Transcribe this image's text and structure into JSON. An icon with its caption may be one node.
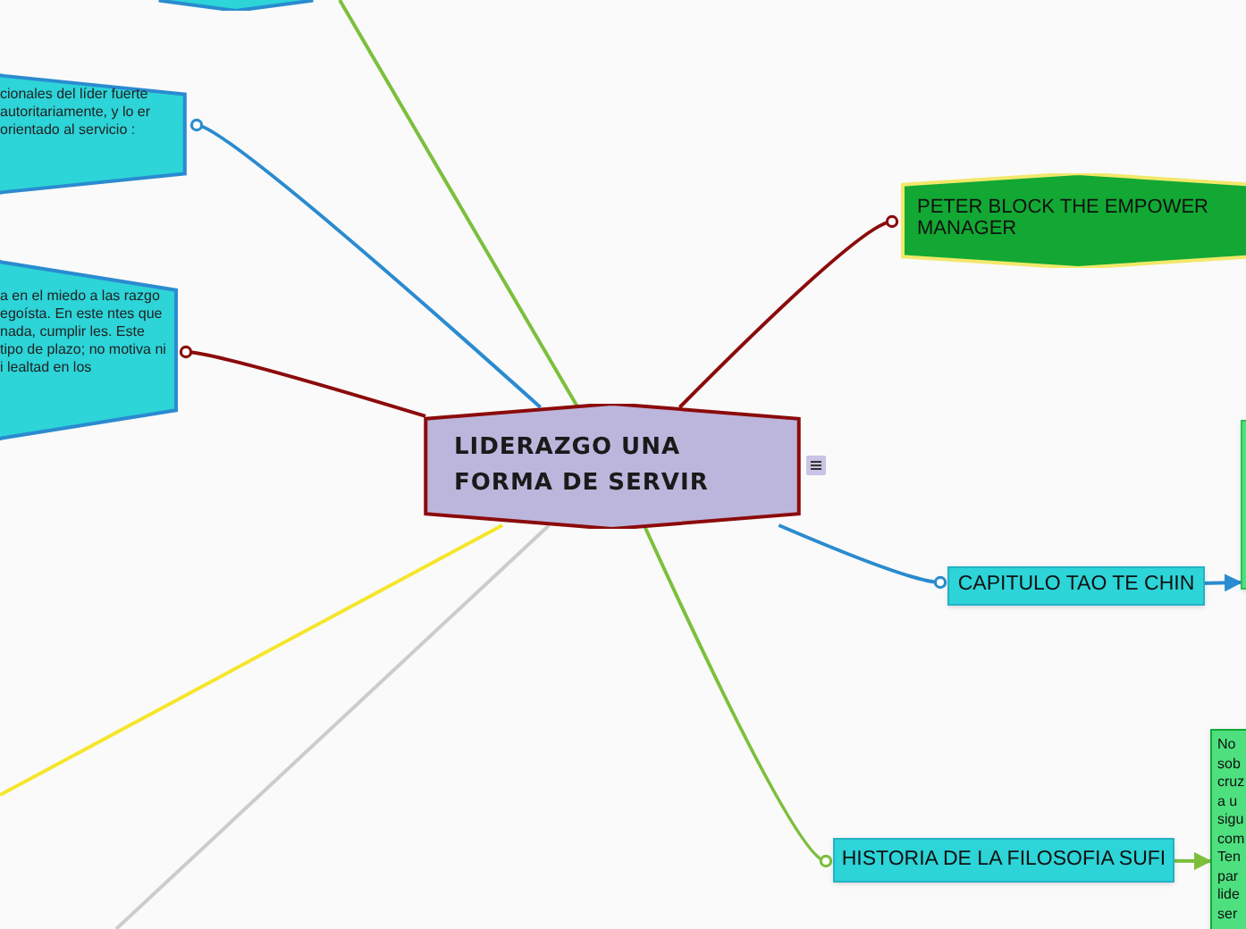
{
  "diagram": {
    "nodes": [
      {
        "text": [
          "LIDERAZGO UNA FORMA DE SERVIR"
        ]
      },
      {
        "text": [],
        "shape": "hexagon"
      },
      {
        "text": [
          "cionales del líder fuerte autoritariamente, y lo er orientado al servicio :"
        ]
      },
      {
        "text": [
          "a en el miedo a las razgo egoísta. En este ntes que nada, cumplir les. Este tipo de plazo; no motiva ni i lealtad en los"
        ]
      },
      {
        "text": [
          "PETER BLOCK THE EMPOWER MANAGER"
        ]
      },
      {
        "text": [
          "CAPITULO TAO TE CHIN"
        ]
      },
      {
        "text": [],
        "shape": "box"
      },
      {
        "text": [
          "HISTORIA DE LA FILOSOFIA SUFI"
        ]
      },
      {
        "text": [
          "No sob cruz a u sigu com Ten par lide ser"
        ]
      }
    ],
    "edges": [
      {
        "from": 0,
        "to": 2,
        "arrow": "other",
        "color": "#2a8bd0"
      },
      {
        "from": 0,
        "to": 3,
        "arrow": "other",
        "color": "#8b0b0b"
      },
      {
        "from": 0,
        "to": 4,
        "arrow": "other",
        "color": "#8b0b0b"
      },
      {
        "from": 0,
        "to": 5,
        "arrow": "other",
        "color": "#2a8bd0"
      },
      {
        "from": 0,
        "to": 7,
        "arrow": "other",
        "color": "#7cbf3c"
      },
      {
        "from": 5,
        "to": 6,
        "arrow": "to",
        "color": "#2a8bd0"
      },
      {
        "from": 7,
        "to": 8,
        "arrow": "to",
        "color": "#7cbf3c"
      },
      {
        "from": 0,
        "to": null,
        "arrow": "none",
        "color": "#7cbf3c"
      },
      {
        "from": 0,
        "to": null,
        "arrow": "none",
        "color": "#f5e62a"
      },
      {
        "from": 0,
        "to": null,
        "arrow": "none",
        "color": "#cccccc"
      }
    ]
  }
}
